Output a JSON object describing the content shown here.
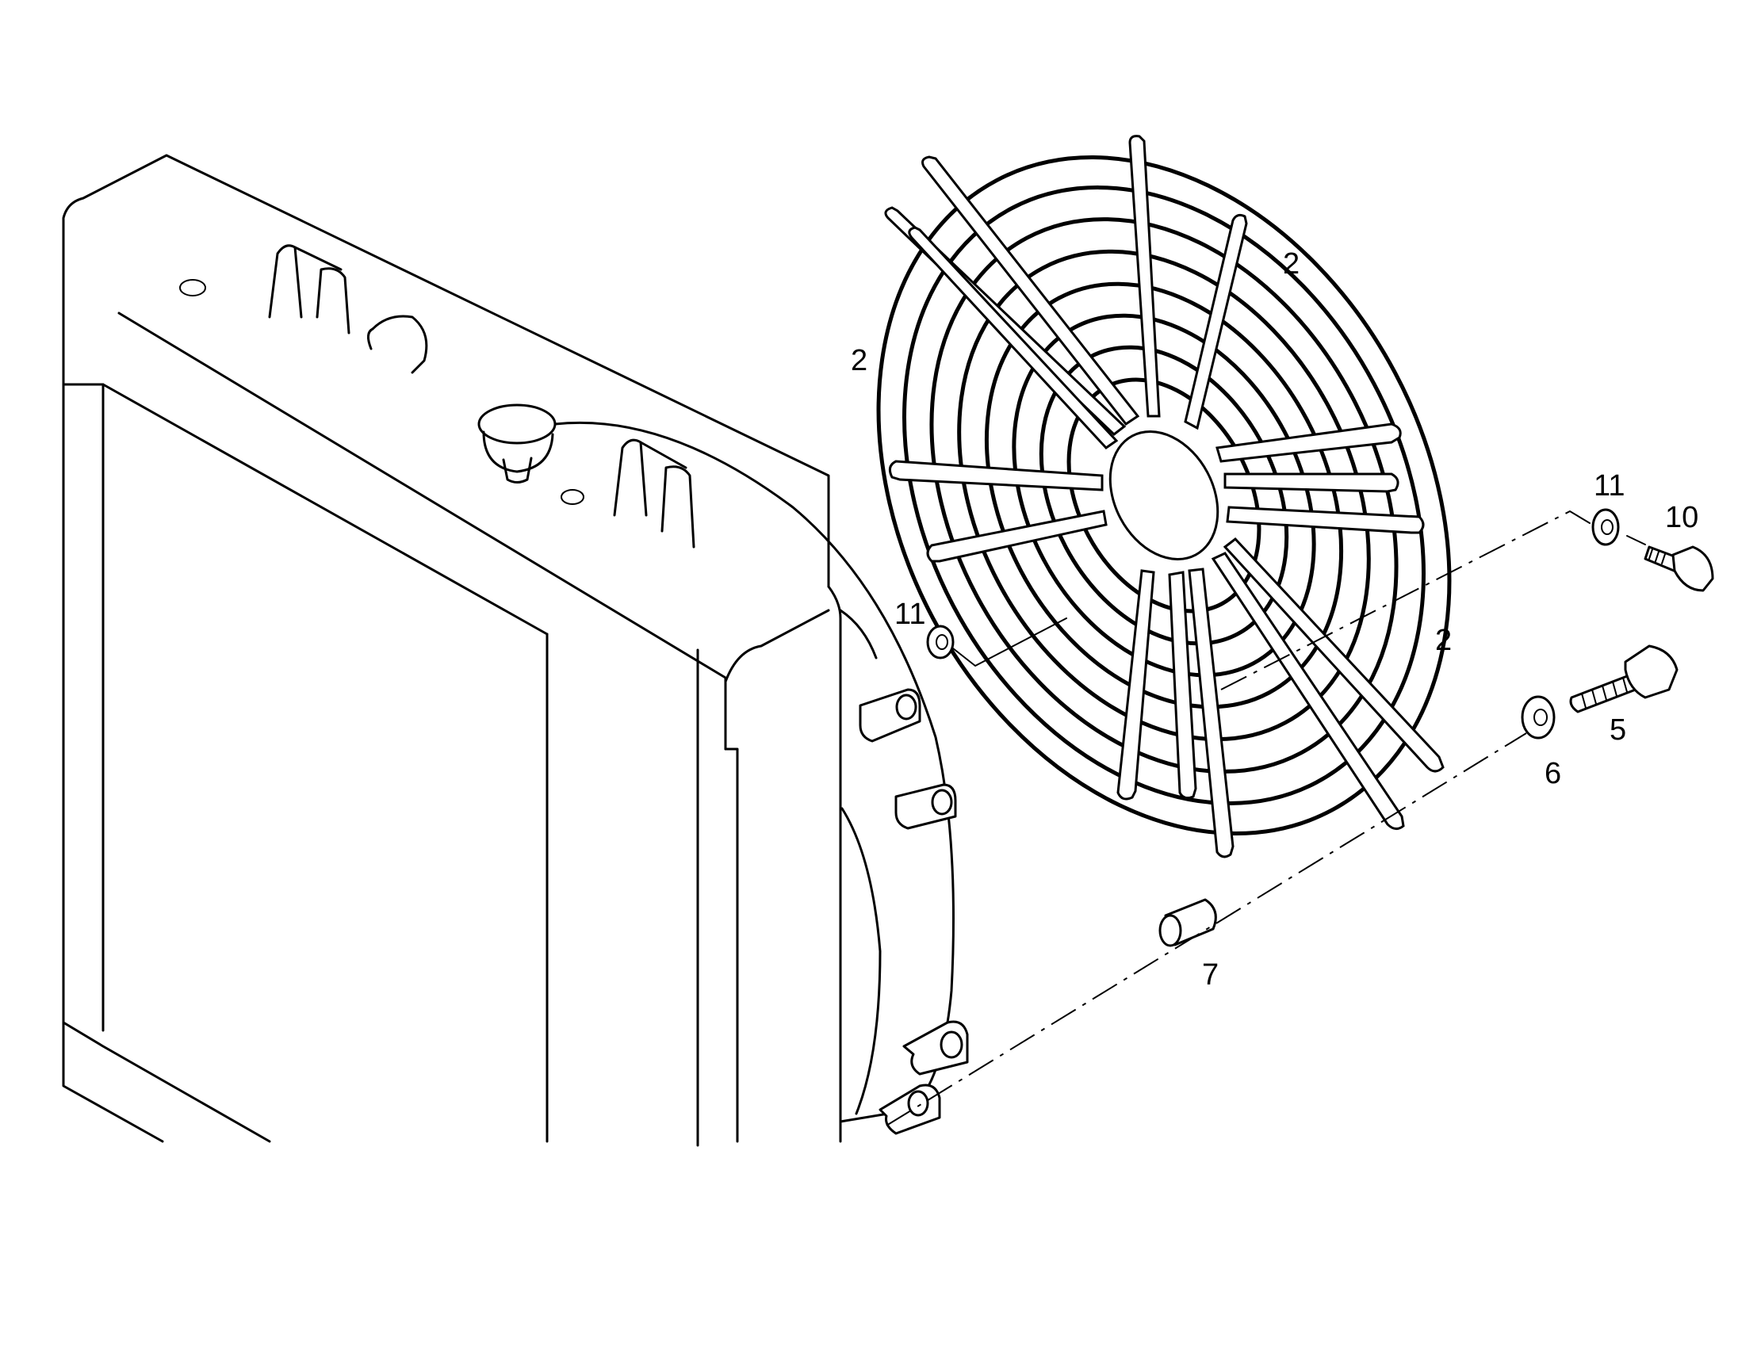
{
  "callouts": [
    {
      "id": "guard-top",
      "text": "2"
    },
    {
      "id": "guard-left",
      "text": "2"
    },
    {
      "id": "guard-right",
      "text": "2"
    },
    {
      "id": "washer-left",
      "text": "11"
    },
    {
      "id": "washer-right",
      "text": "11"
    },
    {
      "id": "bolt-small",
      "text": "10"
    },
    {
      "id": "bolt-large",
      "text": "5"
    },
    {
      "id": "washer-large",
      "text": "6"
    },
    {
      "id": "spacer",
      "text": "7"
    }
  ],
  "colors": {
    "ink": "#000000",
    "paper": "#ffffff"
  }
}
